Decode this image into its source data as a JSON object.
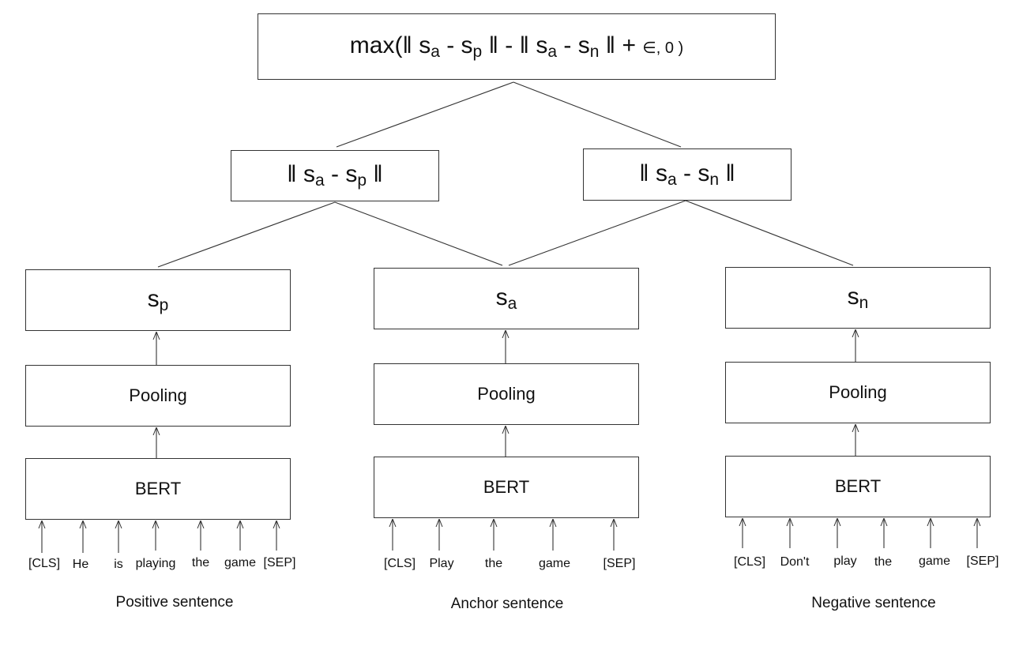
{
  "top_formula": {
    "func": "max(",
    "a": "s",
    "a_sub": "a",
    "b": "s",
    "b_sub": "p",
    "minus_mid": " ‖ - ‖ ",
    "c": "s",
    "c_sub": "a",
    "d": "s",
    "d_sub": "n",
    "plus": " ‖ + ",
    "epsilon": "∈",
    "tail": ", 0 )"
  },
  "dist_left": {
    "base1": "s",
    "sub1": "a",
    "base2": "s",
    "sub2": "p"
  },
  "dist_right": {
    "base1": "s",
    "sub1": "a",
    "base2": "s",
    "sub2": "n"
  },
  "columns": [
    {
      "embedding": {
        "base": "s",
        "sub": "p"
      },
      "pooling_label": "Pooling",
      "encoder_label": "BERT",
      "tokens": [
        "[CLS]",
        "He",
        "is",
        "playing",
        "the",
        "game",
        "[SEP]"
      ],
      "caption": "Positive sentence"
    },
    {
      "embedding": {
        "base": "s",
        "sub": "a"
      },
      "pooling_label": "Pooling",
      "encoder_label": "BERT",
      "tokens": [
        "[CLS]",
        "Play",
        "the",
        "game",
        "[SEP]"
      ],
      "caption": "Anchor sentence"
    },
    {
      "embedding": {
        "base": "s",
        "sub": "n"
      },
      "pooling_label": "Pooling",
      "encoder_label": "BERT",
      "tokens": [
        "[CLS]",
        "Don't",
        "play",
        "the",
        "game",
        "[SEP]"
      ],
      "caption": "Negative sentence"
    }
  ]
}
